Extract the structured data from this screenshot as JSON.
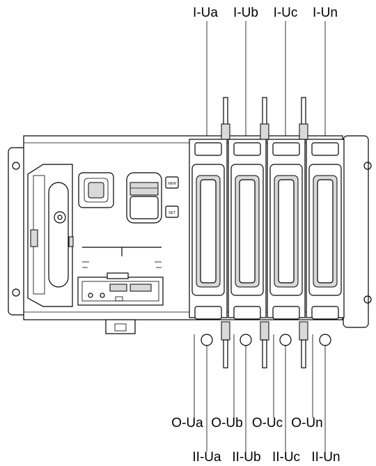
{
  "labels": {
    "top": [
      "I-Ua",
      "I-Ub",
      "I-Uc",
      "I-Un"
    ],
    "output": [
      "O-Ua",
      "O-Ub",
      "O-Uc",
      "O-Un"
    ],
    "bottom": [
      "II-Ua",
      "II-Ub",
      "II-Uc",
      "II-Un"
    ]
  },
  "panel_buttons": {
    "upper": "NEW",
    "lower": "SET"
  }
}
